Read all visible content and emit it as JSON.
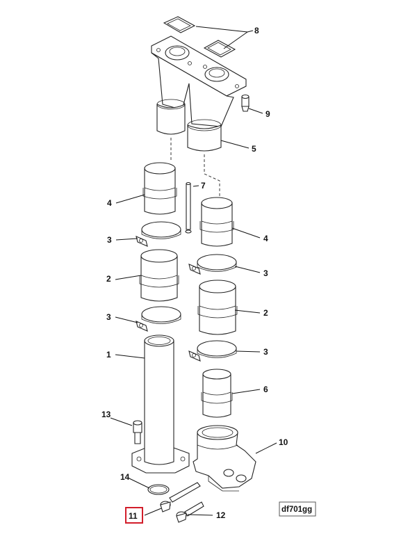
{
  "diagram": {
    "reference_code": "df701gg",
    "highlighted_callout": "11",
    "callouts": {
      "c1": "1",
      "c2a": "2",
      "c2b": "2",
      "c3a": "3",
      "c3b": "3",
      "c3c": "3",
      "c3d": "3",
      "c4a": "4",
      "c4b": "4",
      "c5": "5",
      "c6": "6",
      "c7": "7",
      "c8": "8",
      "c9": "9",
      "c10": "10",
      "c11": "11",
      "c12": "12",
      "c13": "13",
      "c14": "14"
    }
  }
}
